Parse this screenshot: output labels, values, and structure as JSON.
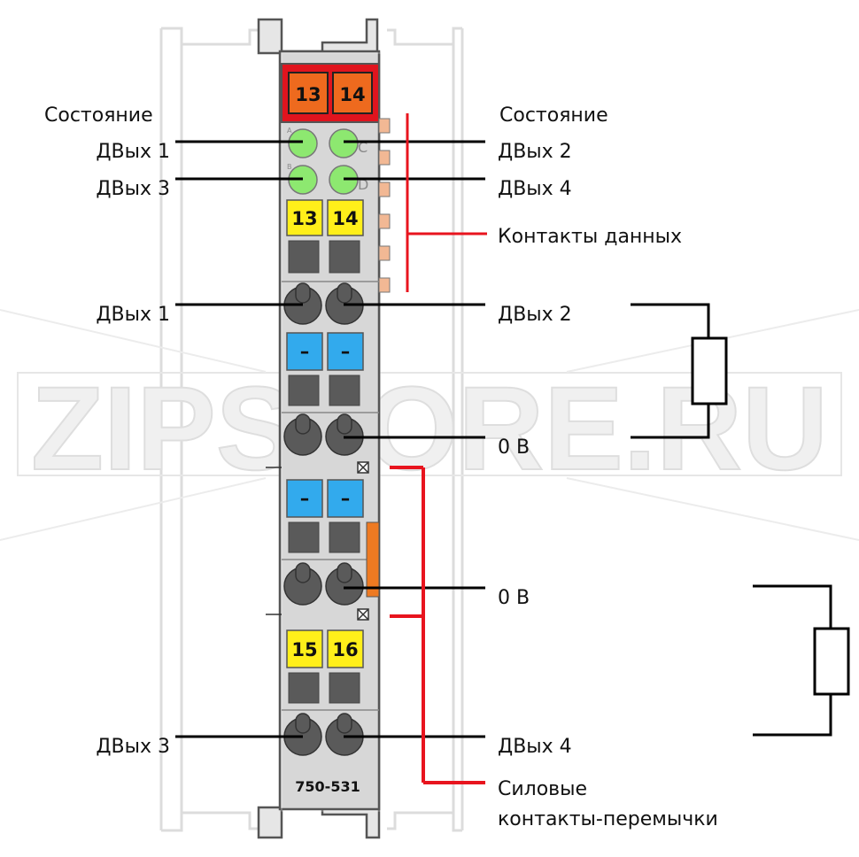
{
  "status_left_heading": "Состояние",
  "status_right_heading": "Состояние",
  "led_labels": {
    "do1": "ДВых 1",
    "do2": "ДВых 2",
    "do3": "ДВых 3",
    "do4": "ДВых 4"
  },
  "led_letters": {
    "a": "A",
    "b": "B",
    "c": "C",
    "d": "D"
  },
  "terminal_labels": {
    "do1": "ДВых 1",
    "do2": "ДВых 2",
    "zero_top": "0 В",
    "zero_mid": "0 В",
    "do3": "ДВых 3",
    "do4": "ДВых 4"
  },
  "data_contacts_label": "Контакты данных",
  "power_jumper_label_line1": "Силовые",
  "power_jumper_label_line2": "контакты-перемычки",
  "marker_numbers": {
    "m13_top": "13",
    "m14_top": "14",
    "m13": "13",
    "m14": "14",
    "m15": "15",
    "m16": "16"
  },
  "minus_markers": {
    "m1": "–",
    "m2": "–",
    "m3": "–",
    "m4": "–"
  },
  "model_number": "750-531",
  "watermark": "ZIPSTORE.RU",
  "colors": {
    "module_body": "#d7d7d7",
    "top_band": "#e0141e",
    "orange_marker": "#ee6a1e",
    "led_green": "#8de870",
    "yellow_marker": "#ffef1a",
    "blue_marker": "#32aaed",
    "clamp_grey": "#5a5a5a",
    "power_jumper_line": "#e8141e"
  }
}
